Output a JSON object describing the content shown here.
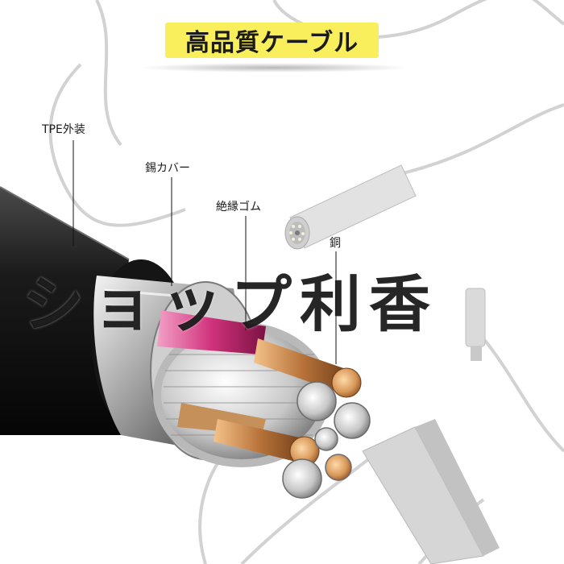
{
  "title": "高品質ケーブル",
  "labels": {
    "tpe_jacket": "TPE外装",
    "tin_cover": "錫カバー",
    "insulation_rubber": "絶縁ゴム",
    "copper": "銅"
  },
  "watermark": "ショップ利香",
  "colors": {
    "title_badge": "#f9ee5c",
    "jacket": "#1e1e1e",
    "copper": "#c98d4e",
    "pink_insulation": "#d94a8d",
    "background_cable": "#cfcfcf"
  }
}
